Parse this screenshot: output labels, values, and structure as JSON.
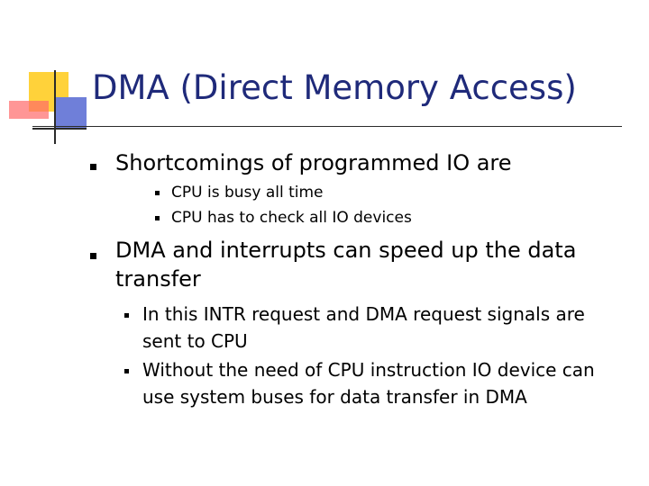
{
  "slide": {
    "title": "DMA (Direct Memory Access)",
    "bullets": [
      {
        "text": "Shortcomings of programmed IO are",
        "sub": [
          "CPU is busy all time",
          "CPU has to check all IO devices"
        ]
      },
      {
        "text": "DMA and interrupts can speed up the data transfer",
        "sub": [
          "In this INTR request and DMA request signals are sent to CPU",
          "Without the need of CPU instruction IO device can use system buses for data transfer in DMA"
        ]
      }
    ]
  }
}
